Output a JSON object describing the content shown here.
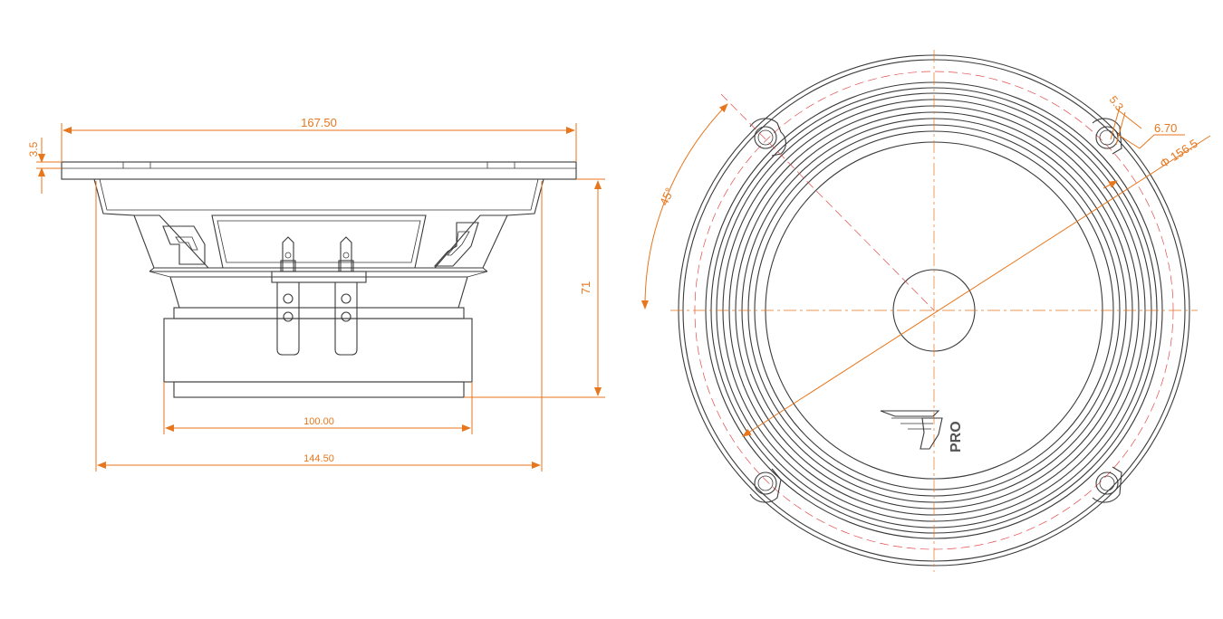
{
  "dimensions": {
    "overall_width": "167.50",
    "flange_thickness": "3.5",
    "depth": "71",
    "magnet_diameter": "100.00",
    "cutout_diameter": "144.50",
    "hole_offset": "5.3",
    "hole_diameter": "6.70",
    "mounting_circle": "Φ 156.5",
    "hole_angle": "45°"
  },
  "logo": {
    "brand": "PRO"
  },
  "colors": {
    "dimension": "#e8761c",
    "outline": "#3a3a3a",
    "centerline": "#e24b4b"
  }
}
